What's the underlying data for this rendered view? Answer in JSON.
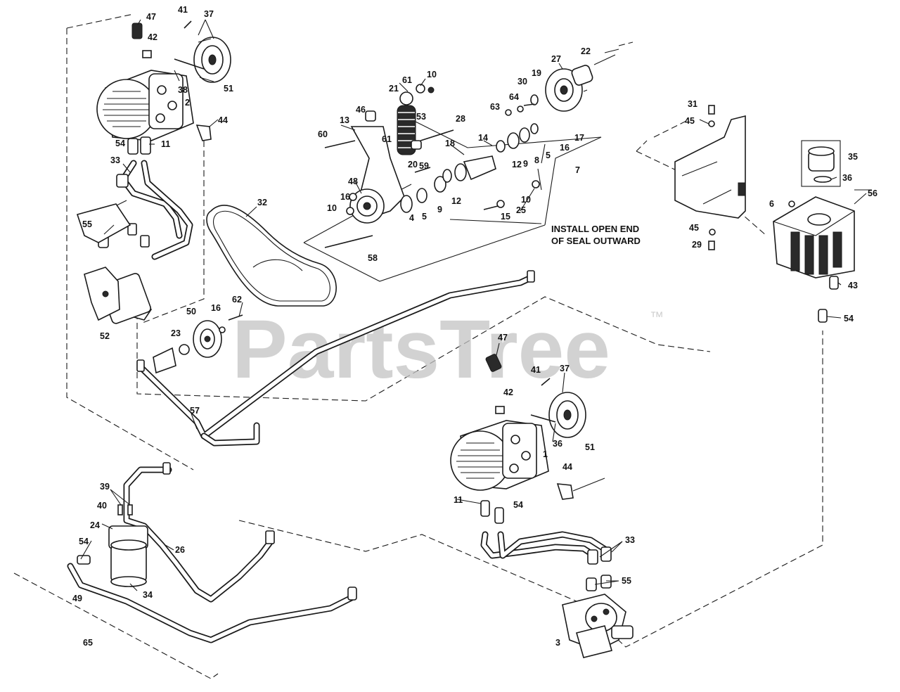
{
  "watermark": {
    "brand": "PartsTree",
    "trademark": "™"
  },
  "note": {
    "line1": "INSTALL OPEN END",
    "line2": "OF SEAL OUTWARD"
  },
  "callouts": [
    "47",
    "41",
    "37",
    "42",
    "38",
    "51",
    "2",
    "44",
    "54",
    "11",
    "33",
    "55",
    "52",
    "21",
    "61",
    "10",
    "46",
    "13",
    "60",
    "53",
    "28",
    "61",
    "18",
    "20",
    "59",
    "14",
    "12",
    "9",
    "8",
    "5",
    "16",
    "17",
    "7",
    "48",
    "16",
    "10",
    "4",
    "5",
    "9",
    "12",
    "25",
    "15",
    "10",
    "58",
    "63",
    "64",
    "30",
    "19",
    "27",
    "22",
    "31",
    "45",
    "35",
    "36",
    "56",
    "6",
    "45",
    "29",
    "43",
    "54",
    "32",
    "62",
    "16",
    "50",
    "23",
    "57",
    "47",
    "41",
    "37",
    "42",
    "36",
    "51",
    "1",
    "44",
    "11",
    "54",
    "33",
    "55",
    "3",
    "39",
    "40",
    "24",
    "54",
    "26",
    "34",
    "49",
    "65"
  ]
}
